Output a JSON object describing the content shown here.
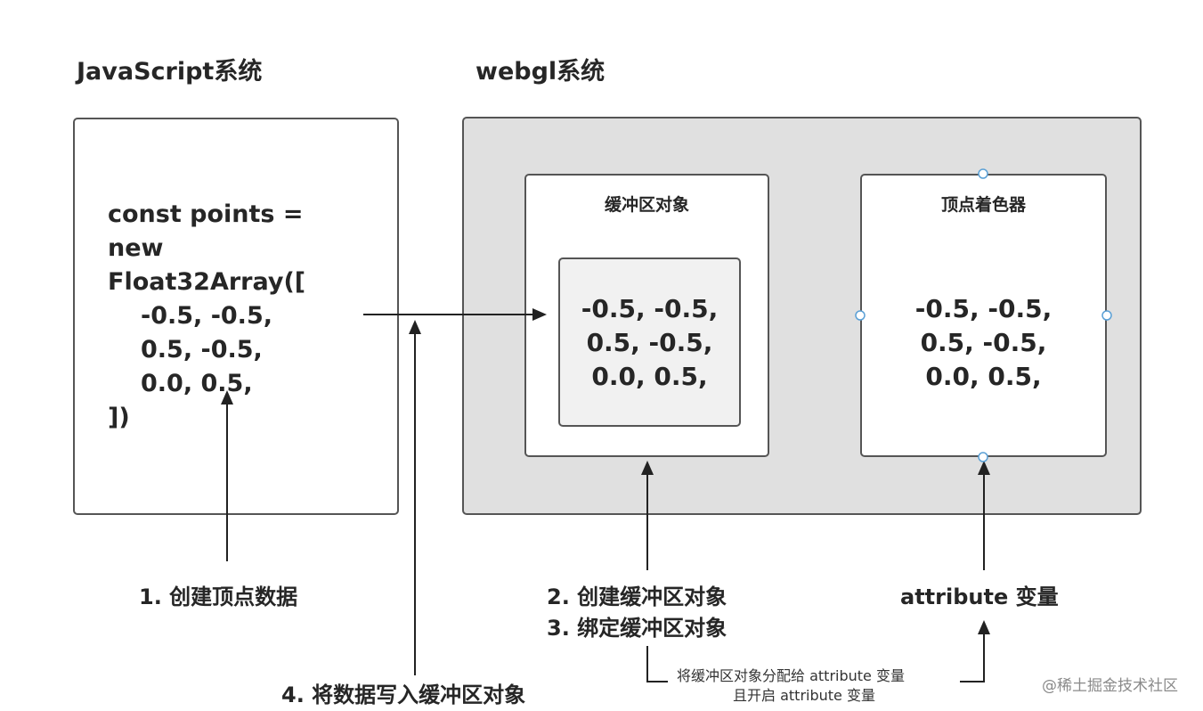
{
  "headings": {
    "js_system": "JavaScript系统",
    "webgl_system": "webgl系统"
  },
  "js_code": {
    "line1": "const points =",
    "line2": "new",
    "line3": "Float32Array([",
    "line4": "-0.5, -0.5,",
    "line5": "0.5, -0.5,",
    "line6": "0.0, 0.5,",
    "line7": "])"
  },
  "buffer_object": {
    "title": "缓冲区对象",
    "values": [
      "-0.5, -0.5,",
      "0.5, -0.5,",
      "0.0, 0.5,"
    ]
  },
  "vertex_shader": {
    "title": "顶点着色器",
    "values": [
      "-0.5, -0.5,",
      "0.5, -0.5,",
      "0.0, 0.5,"
    ]
  },
  "steps": {
    "step1": "1. 创建顶点数据",
    "step2": "2. 创建缓冲区对象",
    "step3": "3. 绑定缓冲区对象",
    "step4": "4. 将数据写入缓冲区对象",
    "attribute": "attribute 变量",
    "assign_line1": "将缓冲区对象分配给 attribute 变量",
    "assign_line2": "且开启 attribute 变量"
  },
  "watermark": "@稀土掘金技术社区",
  "colors": {
    "border": "#555555",
    "webgl_fill": "#e0e0e0",
    "inner_fill": "#f1f1f1",
    "handle_stroke": "#5aa0d6"
  }
}
